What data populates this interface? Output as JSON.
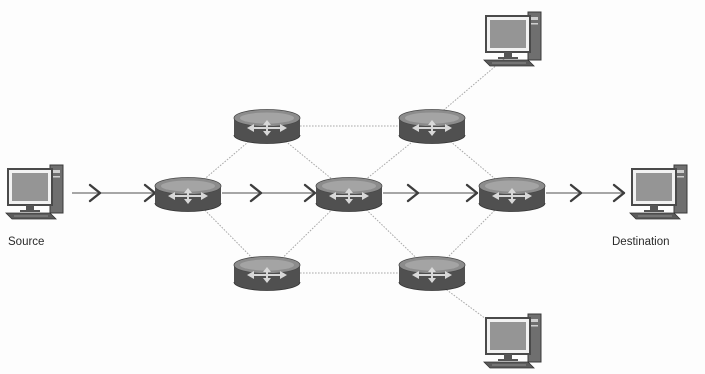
{
  "labels": {
    "source": "Source",
    "destination": "Destination"
  },
  "nodes": {
    "computers": [
      {
        "id": "source-computer",
        "role": "source"
      },
      {
        "id": "destination-computer",
        "role": "destination"
      },
      {
        "id": "top-computer",
        "role": "host"
      },
      {
        "id": "bottom-computer",
        "role": "host"
      }
    ],
    "routers": [
      {
        "id": "router-left"
      },
      {
        "id": "router-top-left"
      },
      {
        "id": "router-top-right"
      },
      {
        "id": "router-center"
      },
      {
        "id": "router-bottom-left"
      },
      {
        "id": "router-bottom-right"
      },
      {
        "id": "router-right"
      }
    ]
  },
  "links": [
    [
      "router-left",
      "router-top-left"
    ],
    [
      "router-left",
      "router-bottom-left"
    ],
    [
      "router-top-left",
      "router-top-right"
    ],
    [
      "router-top-left",
      "router-center"
    ],
    [
      "router-bottom-left",
      "router-bottom-right"
    ],
    [
      "router-bottom-left",
      "router-center"
    ],
    [
      "router-center",
      "router-top-right"
    ],
    [
      "router-center",
      "router-bottom-right"
    ],
    [
      "router-top-right",
      "router-right"
    ],
    [
      "router-bottom-right",
      "router-right"
    ],
    [
      "router-top-right",
      "top-computer"
    ],
    [
      "router-bottom-right",
      "bottom-computer"
    ]
  ],
  "data_path": [
    "source-computer",
    "router-left",
    "router-center",
    "router-right",
    "destination-computer"
  ],
  "colors": {
    "router_body": "#555555",
    "router_top": "#8c8c8c",
    "monitor_frame": "#4a4a4a",
    "screen": "#9a9a9a",
    "arrow": "#3d3d3d",
    "link": "#a9a9a9"
  }
}
